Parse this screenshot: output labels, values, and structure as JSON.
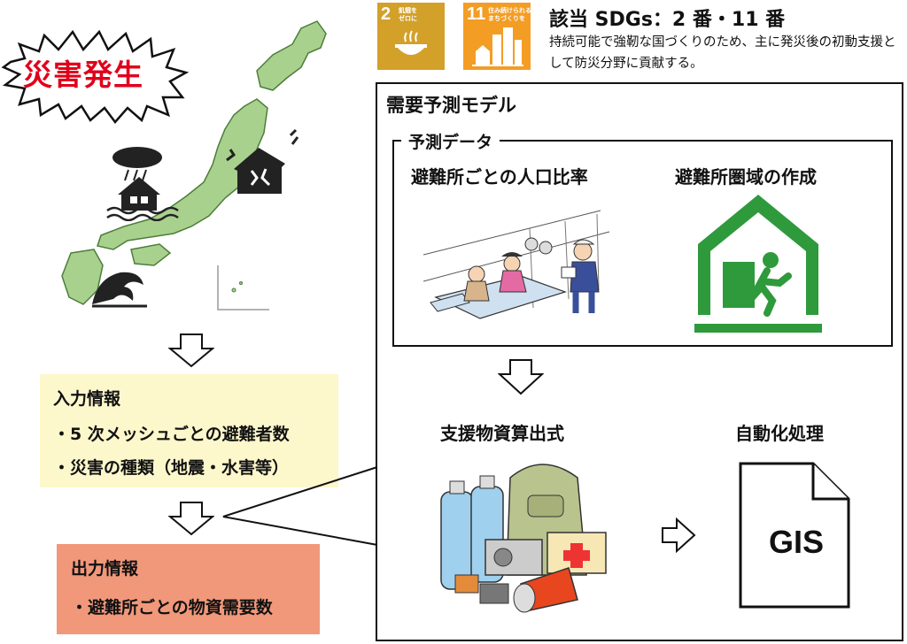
{
  "sdg": {
    "goal2": {
      "number": "2",
      "caption": "飢餓を\nゼロに",
      "color": "#d3a029"
    },
    "goal11": {
      "number": "11",
      "caption": "住み続けられる\nまちづくりを",
      "color": "#f39d25"
    },
    "title": "該当 SDGs：2 番・11 番",
    "description": "持続可能で強靭な国づくりのため、主に発災後の初動支援として防災分野に貢献する。"
  },
  "disaster": {
    "label": "災害発生"
  },
  "model": {
    "title": "需要予測モデル",
    "predict_title": "予測データ",
    "item1": "避難所ごとの人口比率",
    "item2": "避難所圏域の作成",
    "calc": "支援物資算出式",
    "auto": "自動化処理",
    "gis_label": "GIS"
  },
  "input": {
    "title": "入力情報",
    "items": [
      "・5 次メッシュごとの避難者数",
      "・災害の種類（地震・水害等）"
    ]
  },
  "output": {
    "title": "出力情報",
    "items": [
      "・避難所ごとの物資需要数"
    ]
  },
  "colors": {
    "map_green": "#a9d18e",
    "exit_green": "#2e9a3c",
    "input_bg": "#fdf7cc",
    "output_bg": "#f1987a",
    "alert_red": "#e0001b"
  }
}
